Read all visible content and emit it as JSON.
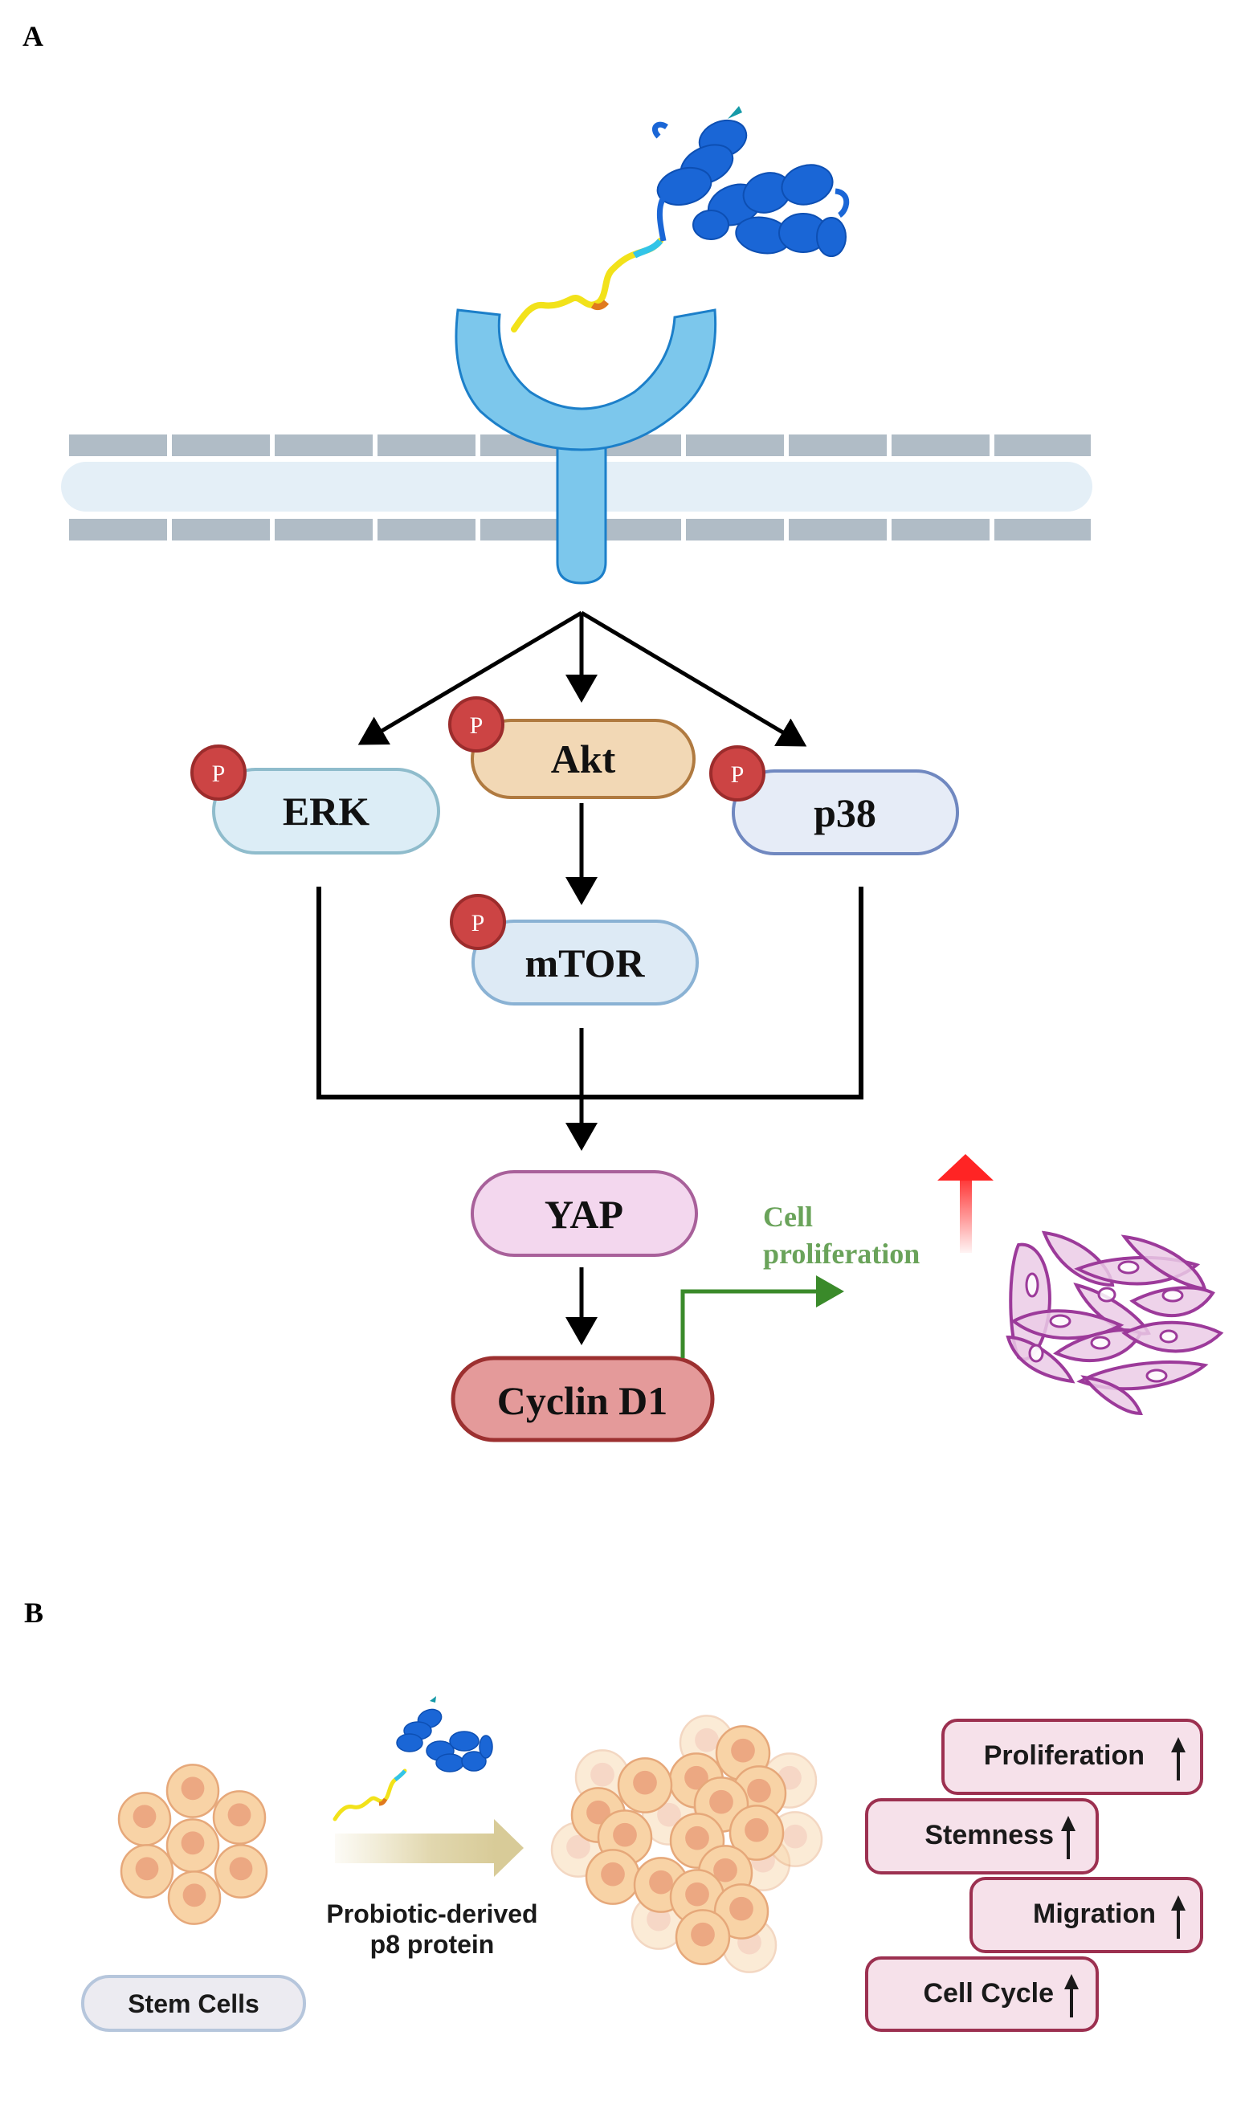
{
  "panel_a": {
    "label": "A",
    "ligand": "p8-protein-structure",
    "receptor": "membrane-receptor",
    "nodes": {
      "erk": {
        "label": "ERK",
        "phospho": "P"
      },
      "akt": {
        "label": "Akt",
        "phospho": "P"
      },
      "p38": {
        "label": "p38",
        "phospho": "P"
      },
      "mtor": {
        "label": "mTOR",
        "phospho": "P"
      },
      "yap": {
        "label": "YAP"
      },
      "cyclin": {
        "label": "Cyclin D1"
      }
    },
    "outcome": {
      "line1": "Cell",
      "line2": "proliferation"
    },
    "colors": {
      "receptor": "#7cc7ec",
      "receptor_stroke": "#1c7fc9",
      "membrane_block": "#b0bcc6",
      "membrane_core": "#e4eff7",
      "phospho": "#cc4444",
      "erk_fill": "#dcedf6",
      "akt_fill": "#f2d8b5",
      "p38_fill": "#e6ecf7",
      "mtor_fill": "#ddeaf5",
      "yap_fill": "#f3d7ee",
      "cyclin_fill": "#e49a9a",
      "green": "#3a8a2a",
      "red_arrow": "#ff2020",
      "cells": "#9c3a9a"
    }
  },
  "panel_b": {
    "label": "B",
    "stem_cells_label": "Stem Cells",
    "treatment_line1": "Probiotic-derived",
    "treatment_line2": "p8 protein",
    "effects": [
      {
        "label": "Proliferation",
        "direction": "up"
      },
      {
        "label": "Stemness",
        "direction": "up"
      },
      {
        "label": "Migration",
        "direction": "up"
      },
      {
        "label": "Cell Cycle",
        "direction": "up"
      }
    ]
  }
}
